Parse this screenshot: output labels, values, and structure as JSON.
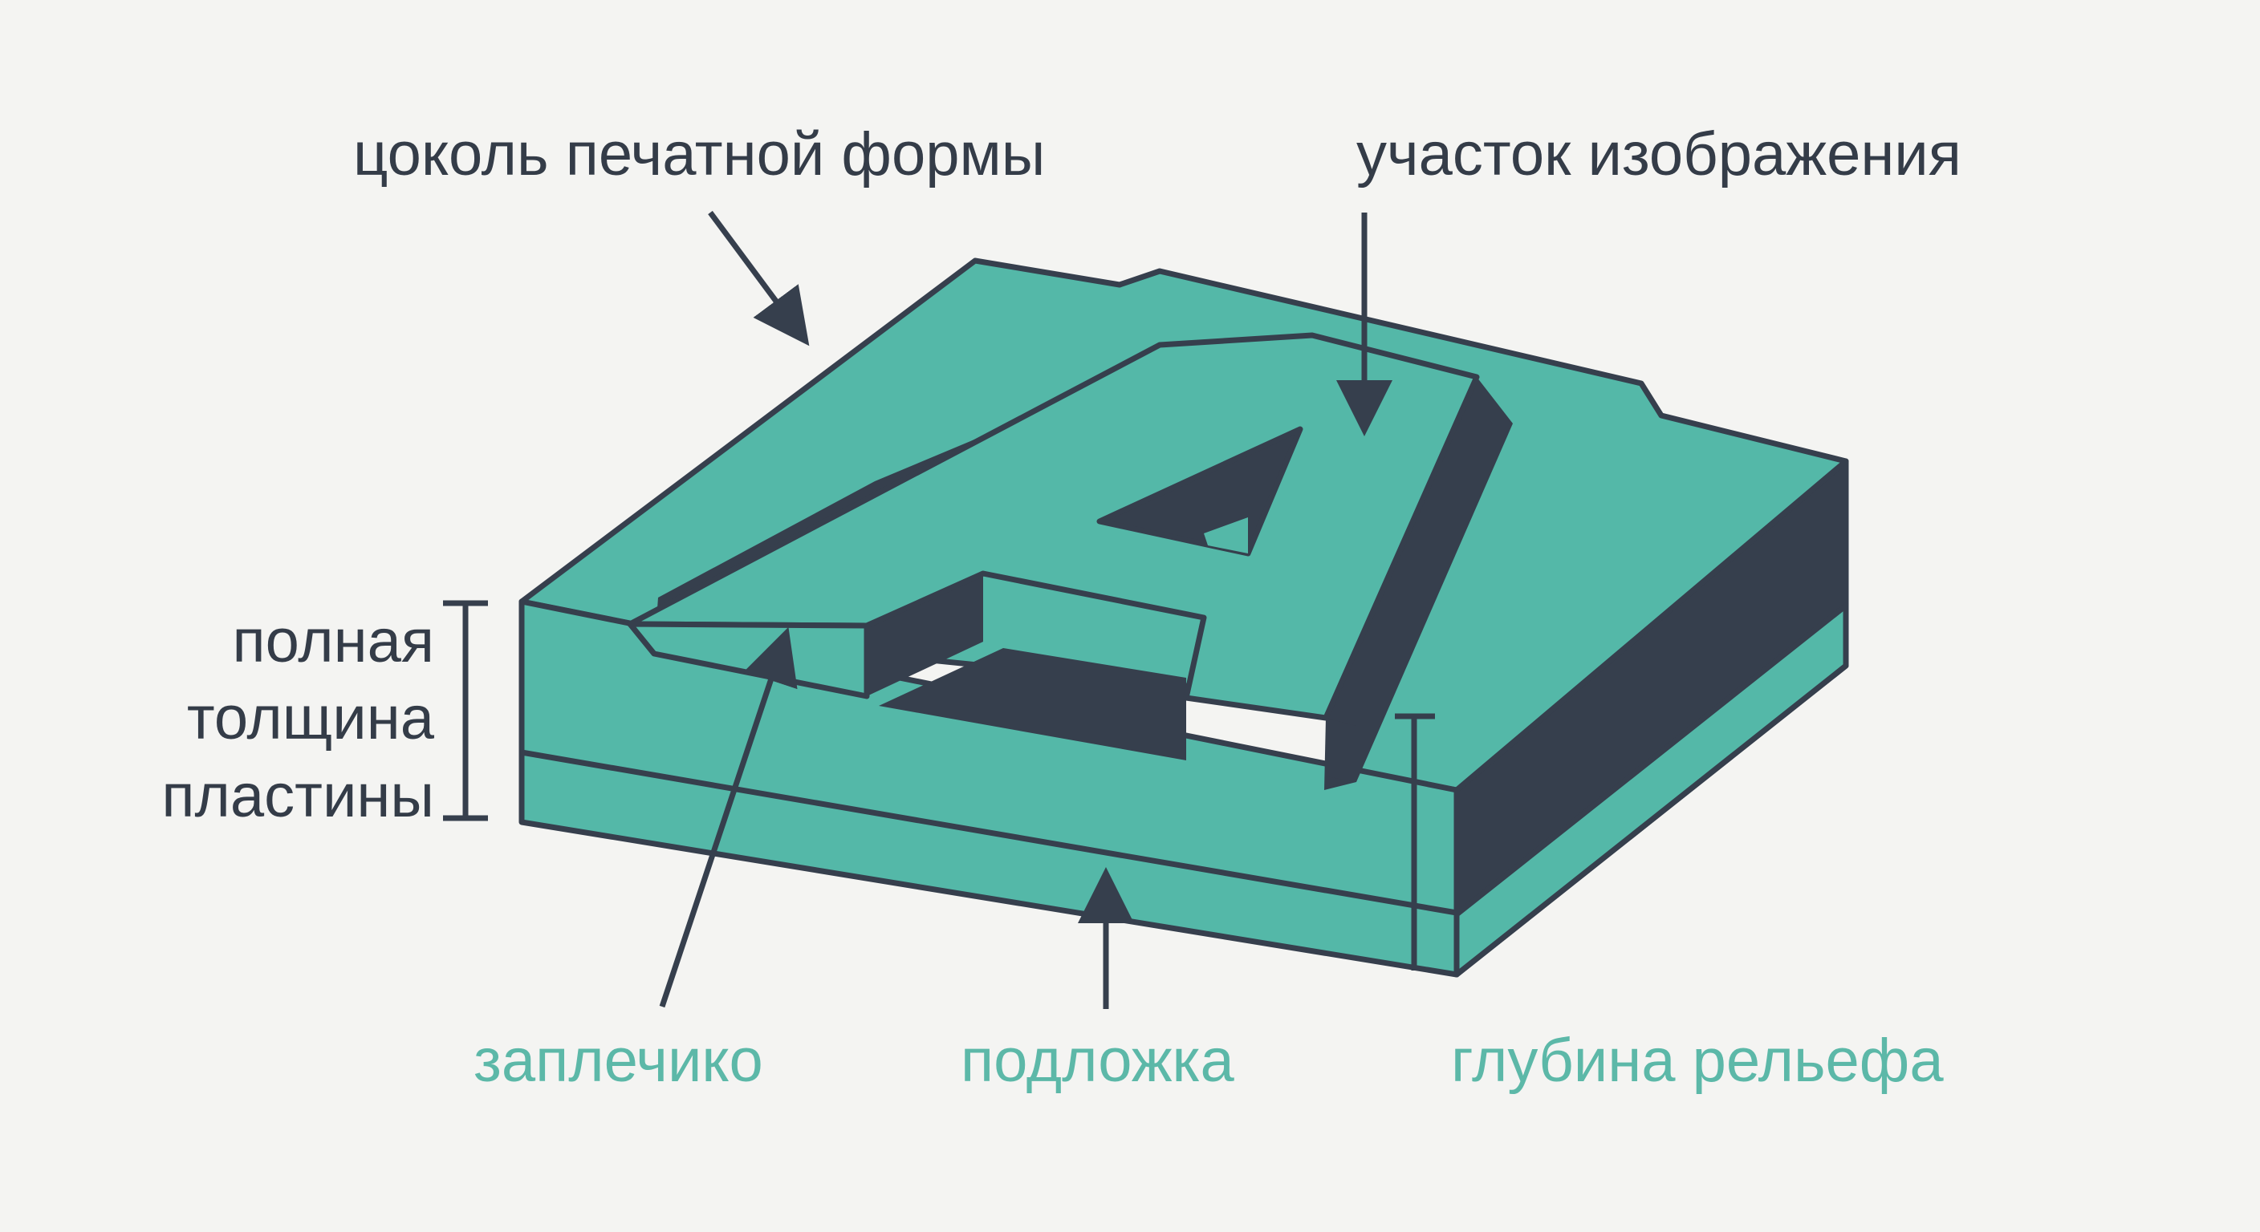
{
  "labels": {
    "base": "цоколь печатной формы",
    "image_area": "участок изображения",
    "total_thickness_line1": "полная",
    "total_thickness_line2": "толщина",
    "total_thickness_line3": "пластины",
    "shoulder": "заплечико",
    "substrate": "подложка",
    "relief_depth": "глубина рельефа"
  },
  "colors": {
    "plate_face": "#54b8a8",
    "plate_dark": "#363f4d",
    "outline": "#363f4d",
    "label_dark": "#343c48",
    "label_teal": "#5cb8a8",
    "background": "#f4f4f2"
  }
}
